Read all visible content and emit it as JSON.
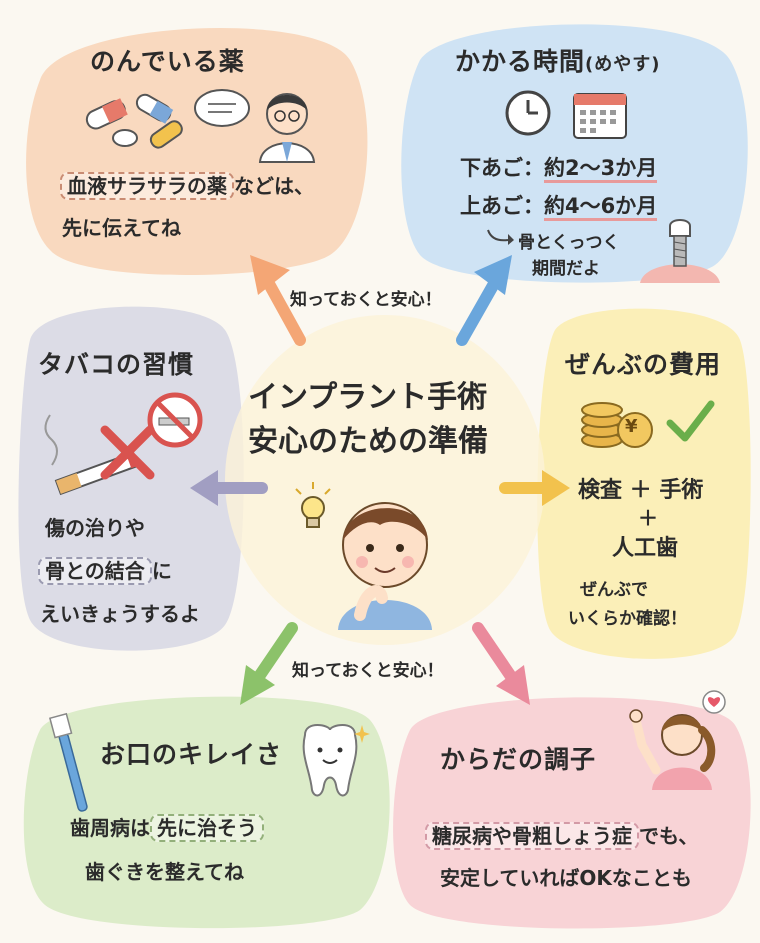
{
  "center": {
    "title_line1": "インプラント手術",
    "title_line2": "安心のための準備"
  },
  "connector_labels": {
    "top": "知っておくと安心！",
    "bottom": "知っておくと安心！"
  },
  "cards": {
    "medicine": {
      "title": "のんでいる薬",
      "highlight": "血液サラサラの薬",
      "text_after": "などは、",
      "text_line2": "先に伝えてね"
    },
    "time": {
      "title": "かかる時間",
      "title_note": "(めやす)",
      "lower_label": "下あご：",
      "lower_value": "約2〜3か月",
      "upper_label": "上あご：",
      "upper_value": "約4〜6か月",
      "note_line1": "骨とくっつく",
      "note_line2": "期間だよ"
    },
    "tobacco": {
      "title": "タバコの習慣",
      "line1": "傷の治りや",
      "highlight": "骨との結合",
      "line2_after": "に",
      "line3": "えいきょうするよ"
    },
    "cost": {
      "title": "ぜんぶの費用",
      "yen_symbol": "¥",
      "line1": "検査 ＋ 手術",
      "plus": "＋",
      "line2": "人工歯",
      "note_line1": "ぜんぶで",
      "note_line2": "いくらか確認！"
    },
    "oral": {
      "title": "お口のキレイさ",
      "text_before": "歯周病は",
      "highlight": "先に治そう",
      "line2": "歯ぐきを整えてね"
    },
    "body": {
      "title": "からだの調子",
      "highlight": "糖尿病や骨粗しょう症",
      "text_after": "でも、",
      "line2": "安定していればOKなことも"
    }
  },
  "colors": {
    "orange": "#f9d9bf",
    "blue": "#cfe3f4",
    "gray": "#dcdce6",
    "yellow": "#fbefb8",
    "green": "#dcecc9",
    "pink": "#f8d3d6"
  }
}
